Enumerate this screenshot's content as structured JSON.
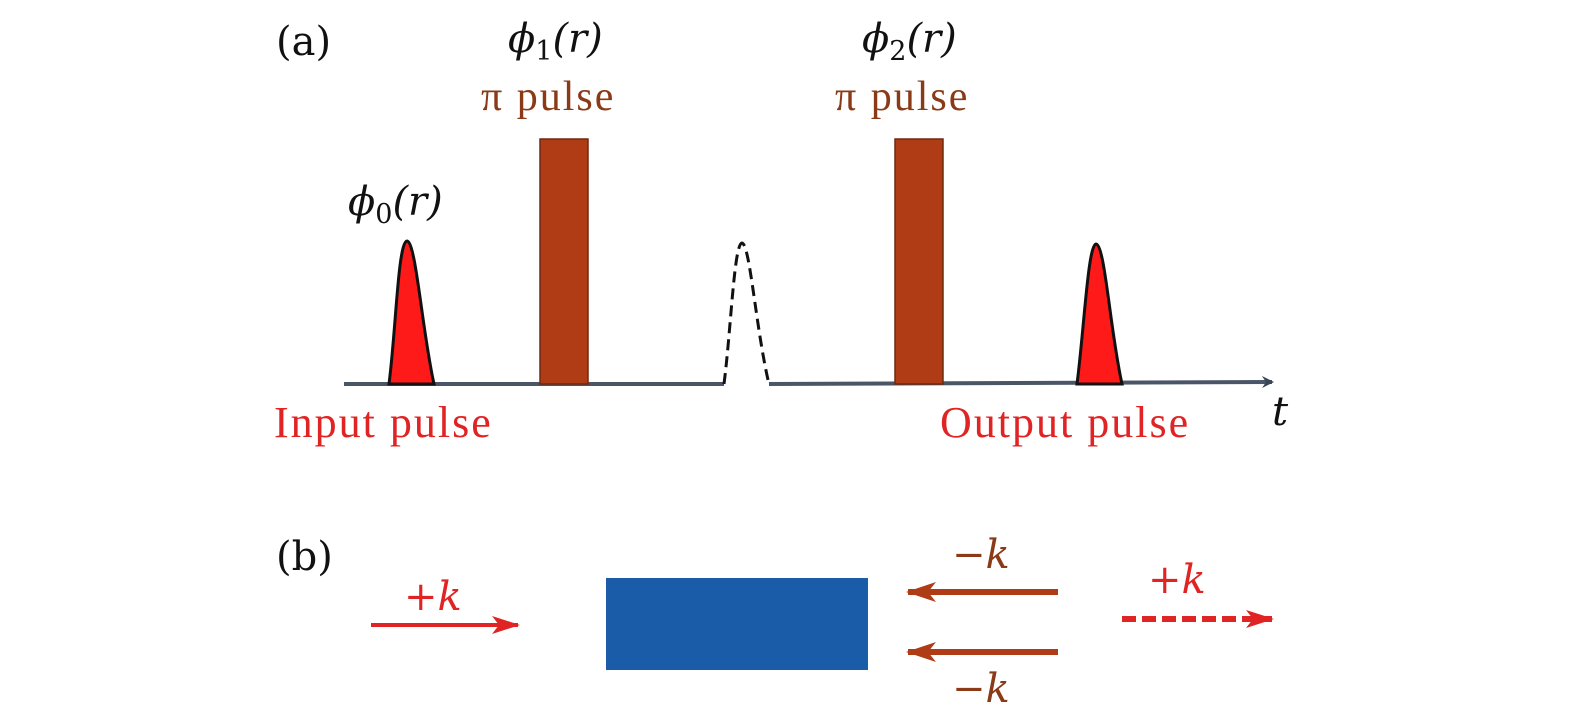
{
  "panel_a": {
    "label": "(a)",
    "pulse0_label": {
      "phi": "ϕ",
      "sub": "0",
      "arg": "(r)"
    },
    "pulse1_label": {
      "phi": "ϕ",
      "sub": "1",
      "arg": "(r)",
      "caption": "π pulse"
    },
    "pulse2_label": {
      "phi": "ϕ",
      "sub": "2",
      "arg": "(r)",
      "caption": "π pulse"
    },
    "input_label": "Input pulse",
    "output_label": "Output pulse",
    "time_label": "t"
  },
  "panel_b": {
    "label": "(b)",
    "input_wavevector": "+k",
    "control_wavevector_top": "−k",
    "control_wavevector_bottom": "−k",
    "output_wavevector": "+k"
  },
  "colors": {
    "signal_red": "#e02424",
    "pulse_fill_red": "#ff1a1a",
    "control_brown": "#b03c16",
    "label_brown": "#8a3a16",
    "medium_blue": "#1a5ca8",
    "axis_gray": "#4a5568"
  }
}
